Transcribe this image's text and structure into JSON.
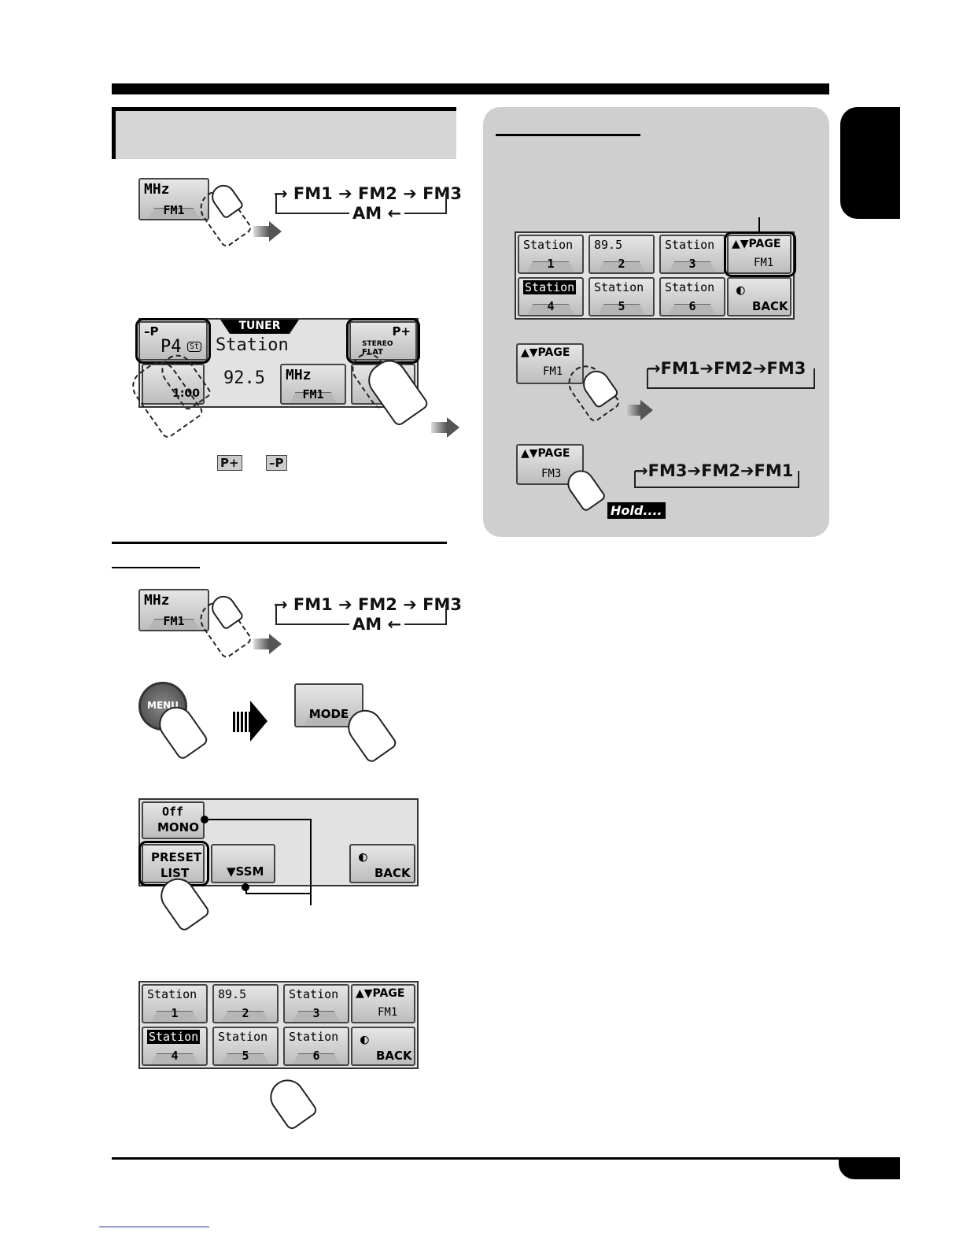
{
  "buttons": {
    "mhz": "MHz",
    "fm1": "FM1",
    "fm3": "FM3",
    "preset_minus": "–P",
    "preset_p4": "P4",
    "st_badge": "St",
    "preset_plus": "P+",
    "stereo": "STEREO",
    "flat": "FLAT",
    "tuner": "TUNER",
    "station": "Station",
    "frequency": "92.5",
    "clock": "1:00",
    "menu": "MENU",
    "mode": "MODE",
    "off": "Off",
    "mono": "MONO",
    "preset": "PRESET",
    "list": "LIST",
    "ssm": "SSM",
    "back": "BACK",
    "page": "PAGE",
    "hold": "Hold...."
  },
  "band_cycle": {
    "fm1": "FM1",
    "fm2": "FM2",
    "fm3": "FM3",
    "am": "AM"
  },
  "inline_icons": {
    "plus": "P+",
    "minus": "–P"
  },
  "preset_list": [
    {
      "name": "Station",
      "num": "1"
    },
    {
      "name": "89.5",
      "num": "2"
    },
    {
      "name": "Station",
      "num": "3"
    },
    {
      "name": "Station",
      "num": "4",
      "selected": true
    },
    {
      "name": "Station",
      "num": "5"
    },
    {
      "name": "Station",
      "num": "6"
    }
  ],
  "colors": {
    "panel_gray": "#cfcfcf",
    "title_gray": "#d6d6d6",
    "link_blue": "#1a2b9c"
  }
}
